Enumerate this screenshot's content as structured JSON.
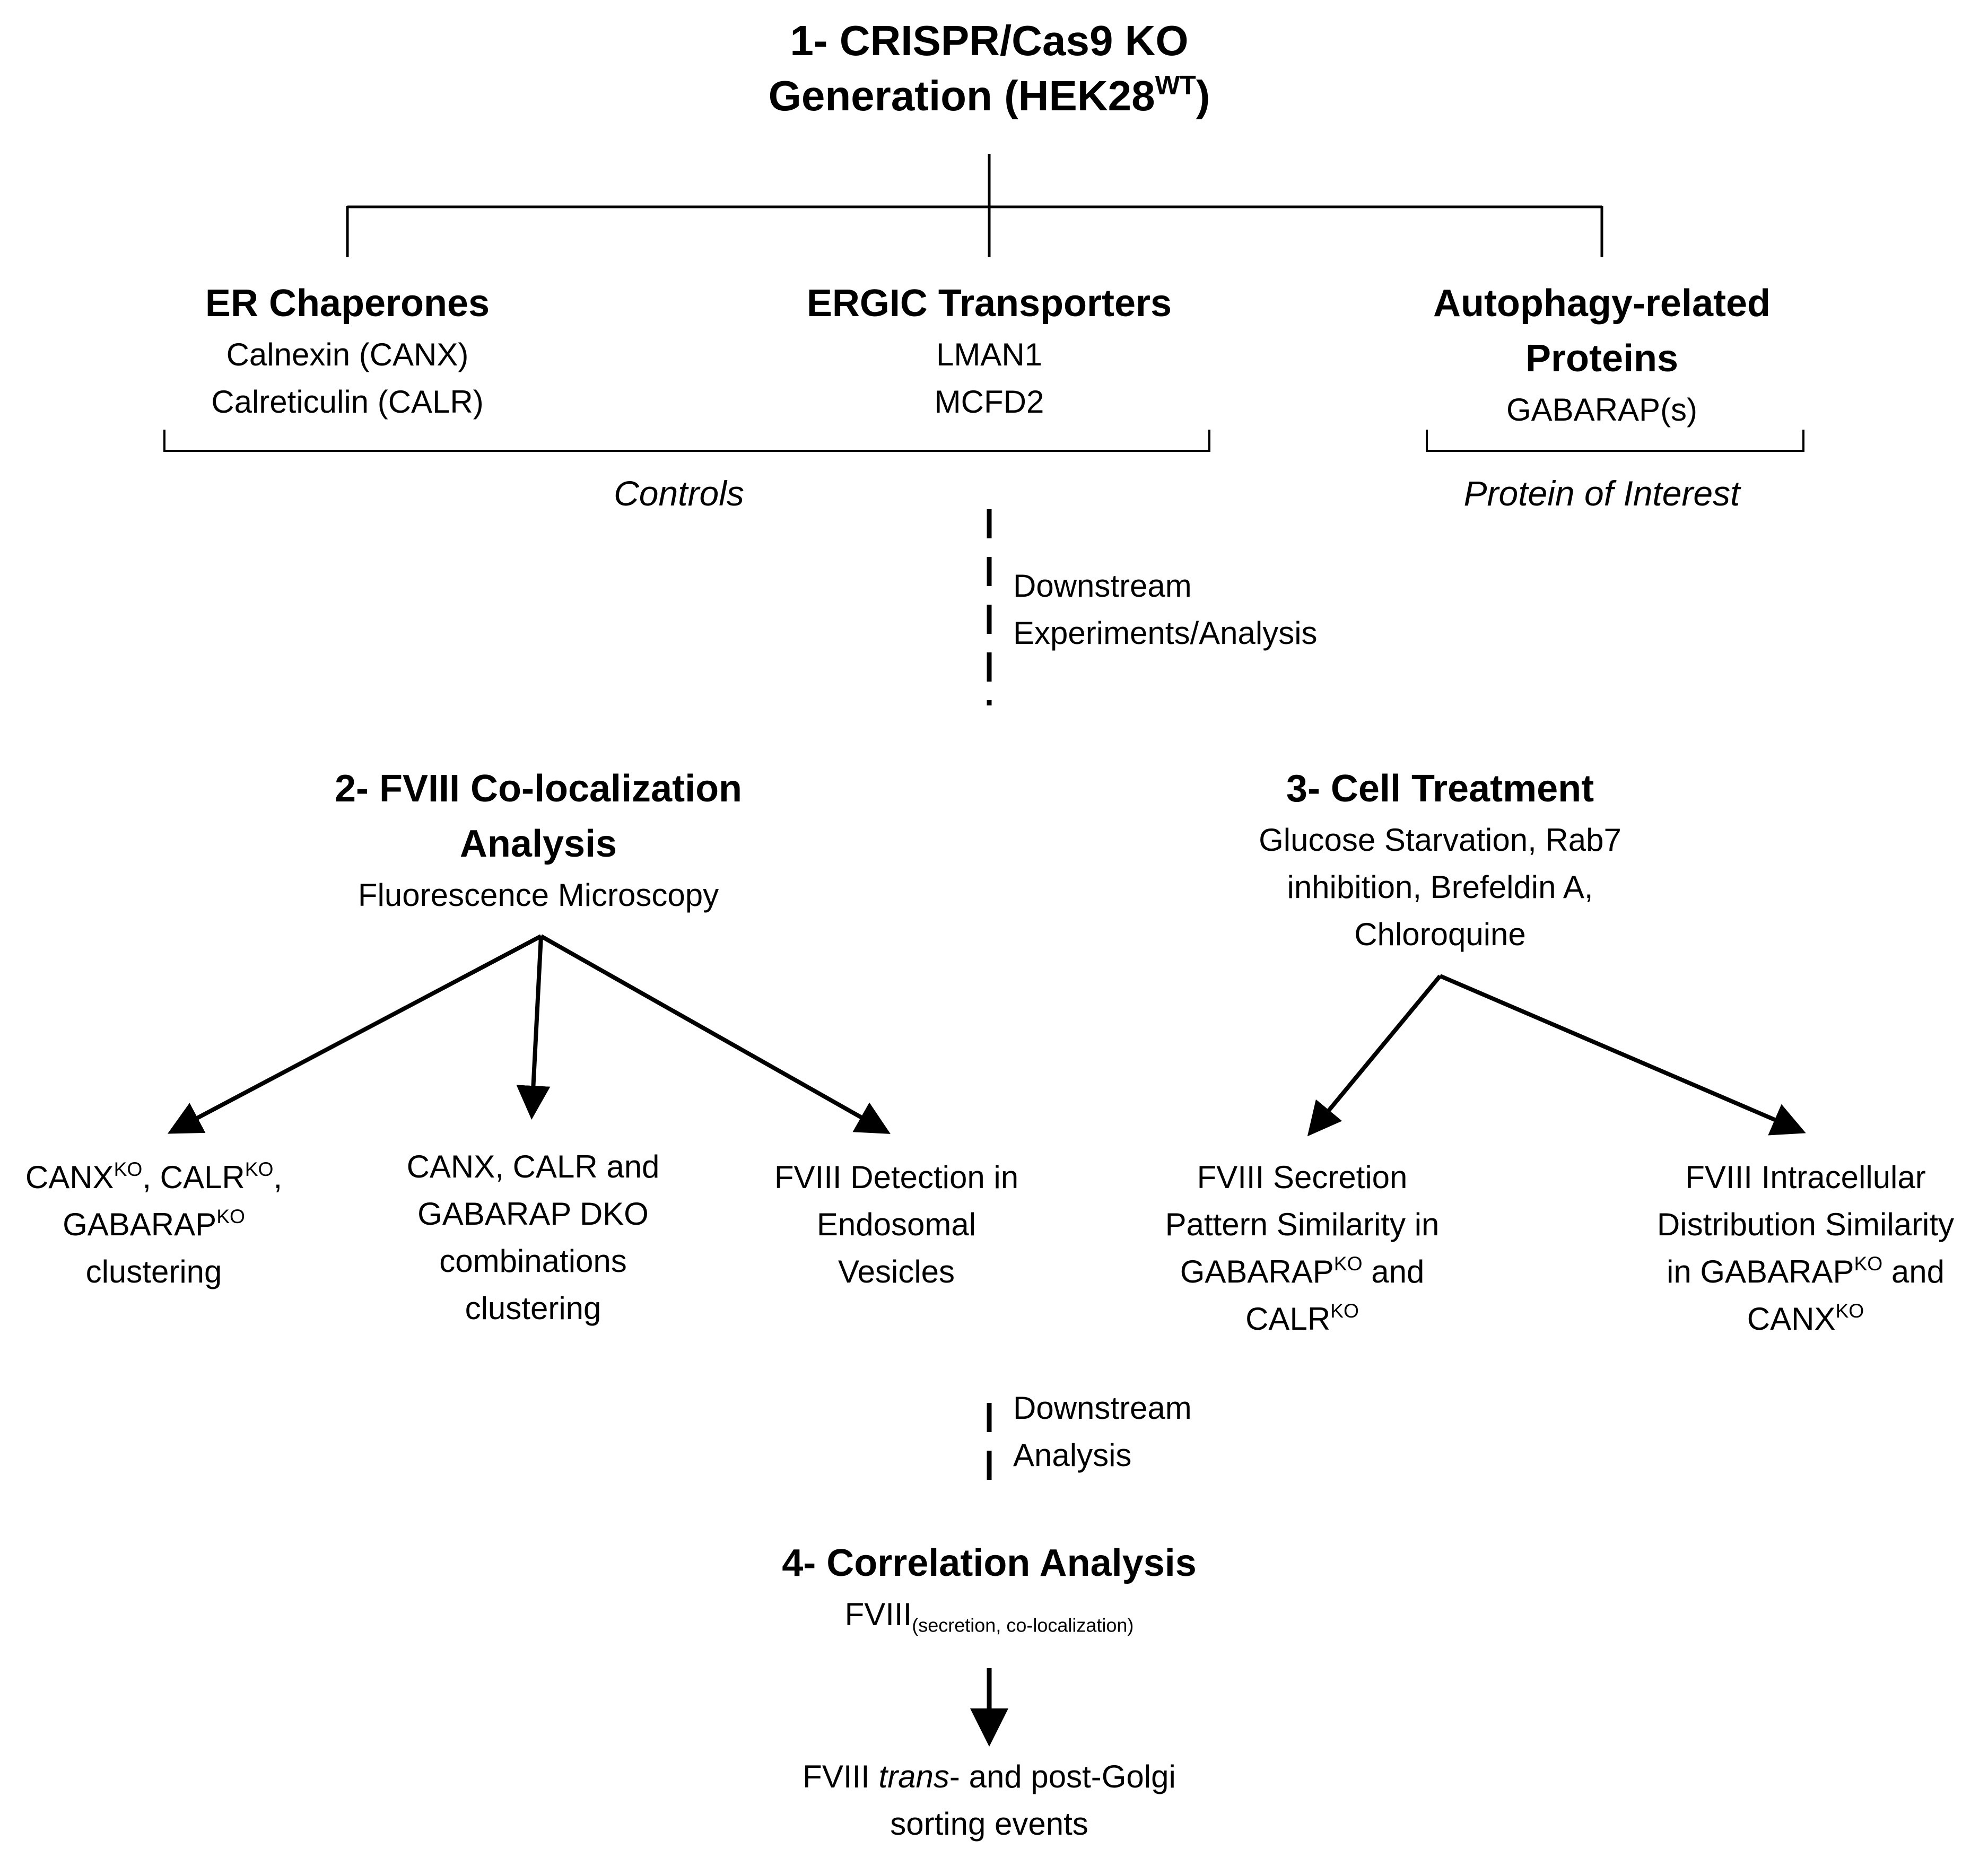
{
  "step1": {
    "title_line1": "1- CRISPR/Cas9 KO",
    "title_line2_prefix": "Generation (HEK28",
    "title_line2_sup": "WT",
    "title_line2_suffix": ")"
  },
  "groups": {
    "er": {
      "title": "ER Chaperones",
      "items": [
        "Calnexin (CANX)",
        "Calreticulin (CALR)"
      ]
    },
    "ergic": {
      "title": "ERGIC Transporters",
      "items": [
        "LMAN1",
        "MCFD2"
      ]
    },
    "autophagy": {
      "title_line1": "Autophagy-related",
      "title_line2": "Proteins",
      "items": [
        "GABARAP(s)"
      ]
    },
    "controls_label": "Controls",
    "protein_label": "Protein of Interest"
  },
  "downstream1": {
    "line1": "Downstream",
    "line2": "Experiments/Analysis"
  },
  "step2": {
    "title_line1": "2- FVIII Co-localization",
    "title_line2": "Analysis",
    "subtitle": "Fluorescence Microscopy"
  },
  "step3": {
    "title": "3- Cell Treatment",
    "lines": [
      "Glucose Starvation, Rab7",
      "inhibition, Brefeldin A,",
      "Chloroquine"
    ]
  },
  "outcomes": {
    "o1": {
      "l1_a": "CANX",
      "l1_a_sup": "KO",
      "l1_b": ", CALR",
      "l1_b_sup": "KO",
      "l1_c": ",",
      "l2": "GABARAP",
      "l2_sup": "KO",
      "l3": "clustering"
    },
    "o2": {
      "l1": "CANX, CALR and",
      "l2": "GABARAP DKO",
      "l3": "combinations",
      "l4": "clustering"
    },
    "o3": {
      "l1": "FVIII Detection in",
      "l2": "Endosomal",
      "l3": "Vesicles"
    },
    "o4": {
      "l1": "FVIII Secretion",
      "l2": "Pattern Similarity in",
      "l3": "GABARAP",
      "l3_sup": "KO",
      "l3_b": " and",
      "l4": "CALR",
      "l4_sup": "KO"
    },
    "o5": {
      "l1": "FVIII Intracellular",
      "l2": "Distribution Similarity",
      "l3": "in GABARAP",
      "l3_sup": "KO",
      "l3_b": " and",
      "l4": "CANX",
      "l4_sup": "KO"
    }
  },
  "downstream2": {
    "line1": "Downstream",
    "line2": "Analysis"
  },
  "step4": {
    "title": "4- Correlation Analysis",
    "sub_main": "FVIII",
    "sub_small": "(secretion, co-localization)"
  },
  "final": {
    "italic": "trans",
    "pre": "FVIII ",
    "post": "- and post-Golgi",
    "line2": "sorting events"
  }
}
